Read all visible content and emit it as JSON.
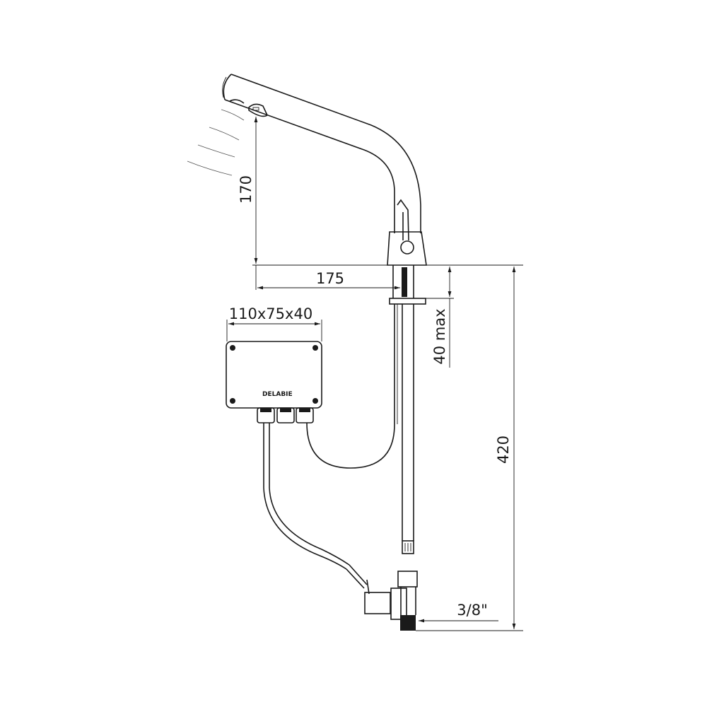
{
  "dimensions": {
    "spout_height": "170",
    "spout_reach": "175",
    "box_size": "110x75x40",
    "deck_thickness": "40 max",
    "total_height": "420",
    "connection": "3/8\""
  },
  "box_label": "DELABIE",
  "colors": {
    "line": "#1a1a1a",
    "background": "#ffffff"
  }
}
